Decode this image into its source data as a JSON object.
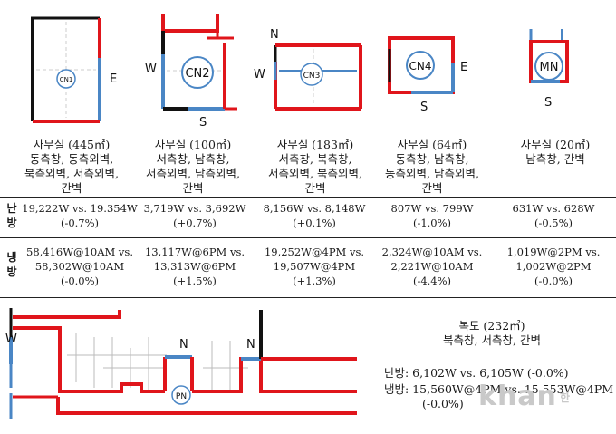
{
  "rooms": [
    {
      "badge": "CN1",
      "labels": {
        "e": "E"
      },
      "caption": [
        "사무실 (445㎡)",
        "동측창, 동측외벽,",
        "북측외벽, 서측외벽,",
        "간벽"
      ],
      "heating": [
        "19,222W  vs.  19.354W",
        "(-0.7%)"
      ],
      "cooling": [
        "58,416W@10AM  vs.",
        "58,302W@10AM",
        "(-0.0%)"
      ]
    },
    {
      "badge": "CN2",
      "labels": {
        "w": "W",
        "s": "S"
      },
      "caption": [
        "사무실 (100㎡)",
        "서측창, 남측창,",
        "서측외벽, 남측외벽,",
        "간벽"
      ],
      "heating": [
        "3,719W  vs.  3,692W",
        "(+0.7%)"
      ],
      "cooling": [
        "13,117W@6PM  vs.",
        "13,313W@6PM",
        "(+1.5%)"
      ]
    },
    {
      "badge": "CN3",
      "labels": {
        "n": "N",
        "w": "W"
      },
      "caption": [
        "사무실 (183㎡)",
        "서측창, 북측창,",
        "서측외벽, 북측외벽,",
        "간벽"
      ],
      "heating": [
        "8,156W  vs.  8,148W",
        "(+0.1%)"
      ],
      "cooling": [
        "19,252W@4PM  vs.",
        "19,507W@4PM",
        "(+1.3%)"
      ]
    },
    {
      "badge": "CN4",
      "labels": {
        "e": "E",
        "s": "S"
      },
      "caption": [
        "사무실 (64㎡)",
        "동측창, 남측창,",
        "동측외벽, 남측외벽,",
        "간벽"
      ],
      "heating": [
        "807W  vs.  799W",
        "(-1.0%)"
      ],
      "cooling": [
        "2,324W@10AM  vs.",
        "2,221W@10AM",
        "(-4.4%)"
      ]
    },
    {
      "badge": "MN",
      "labels": {
        "s": "S"
      },
      "caption": [
        "사무실 (20㎡)",
        "남측창, 간벽"
      ],
      "heating": [
        "631W  vs.  628W",
        "(-0.5%)"
      ],
      "cooling": [
        "1,019W@2PM  vs.",
        "1,002W@2PM",
        "(-0.0%)"
      ]
    }
  ],
  "row_labels": {
    "heating": [
      "난",
      "방"
    ],
    "cooling": [
      "냉",
      "방"
    ]
  },
  "corridor": {
    "badge": "PN",
    "labels": {
      "w": "W",
      "n1": "N",
      "n2": "N"
    },
    "caption": [
      "복도 (232㎡)",
      "북측창, 서측창, 간벽"
    ],
    "heating": "난방: 6,102W  vs.  6,105W  (-0.0%)",
    "cooling": "냉방: 15,560W@4PM  vs.  15,553W@4PM",
    "cooling_pct": "(-0.0%)"
  },
  "colors": {
    "wall": "#e0151b",
    "window": "#4a86c5",
    "black": "#111111"
  },
  "watermark": {
    "logo": "khan",
    "suffix": "한"
  }
}
